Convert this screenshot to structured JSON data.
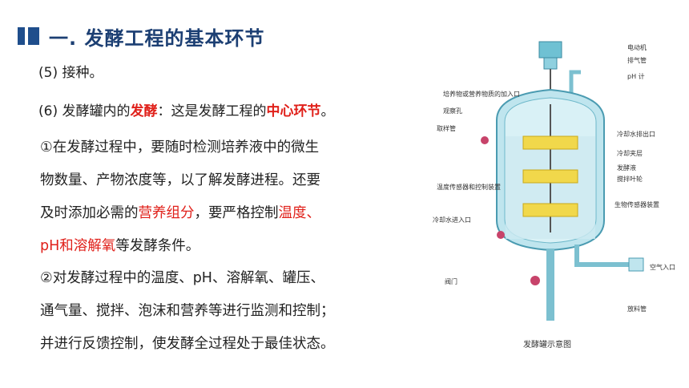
{
  "title": "一. 发酵工程的基本环节",
  "step5": "(5) 接种。",
  "step6": {
    "prefix": "(6) 发酵罐内的",
    "term": "发酵",
    "mid": "：这是发酵工程的",
    "key": "中心环节",
    "end": "。"
  },
  "point1": {
    "line1": "①在发酵过程中，要随时检测培养液中的微生",
    "line2": "物数量、产物浓度等，以了解发酵进程。还要",
    "line3_a": "及时添加必需的",
    "line3_b": "营养组分",
    "line3_c": "，要严格控制",
    "line3_d": "温度、",
    "line4_a": "pH和溶解氧",
    "line4_b": "等发酵条件。"
  },
  "point2": {
    "line1": "②对发酵过程中的温度、pH、溶解氧、罐压、",
    "line2": "通气量、搅拌、泡沫和营养等进行监测和控制；",
    "line3": "并进行反馈控制，使发酵全过程处于最佳状态。"
  },
  "diagram": {
    "caption": "发酵罐示意图",
    "labels": {
      "motor": "电动机",
      "exhaust": "排气管",
      "ph": "pH 计",
      "feed": "培养物或营养物质的加入口",
      "window": "观察孔",
      "sample": "取样管",
      "cool_out": "冷却水排出口",
      "jacket": "冷却夹层",
      "broth": "发酵液",
      "impeller": "搅拌叶轮",
      "temp": "温度传感器和控制装置",
      "bio_sensor": "生物传感器装置",
      "cool_in": "冷却水进入口",
      "air": "空气入口",
      "valve": "阀门",
      "discharge": "放料管"
    }
  }
}
